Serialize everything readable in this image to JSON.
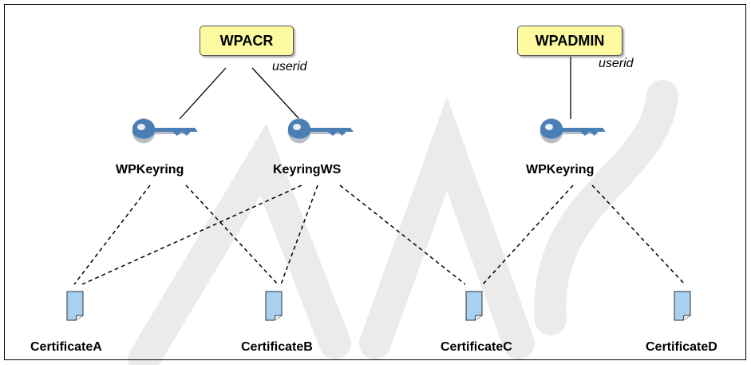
{
  "users": [
    {
      "name": "WPACR",
      "note": "userid"
    },
    {
      "name": "WPADMIN",
      "note": "userid"
    }
  ],
  "keyrings": [
    "WPKeyring",
    "KeyringWS",
    "WPKeyring"
  ],
  "certificates": [
    "CertificateA",
    "CertificateB",
    "CertificateC",
    "CertificateD"
  ],
  "colors": {
    "user_box_fill": "#fdfaa0",
    "key_blue": "#4a7fb5",
    "key_gray": "#b8bcc4",
    "cert_fill": "#a8d0f0",
    "watermark": "#e8e8e8"
  }
}
